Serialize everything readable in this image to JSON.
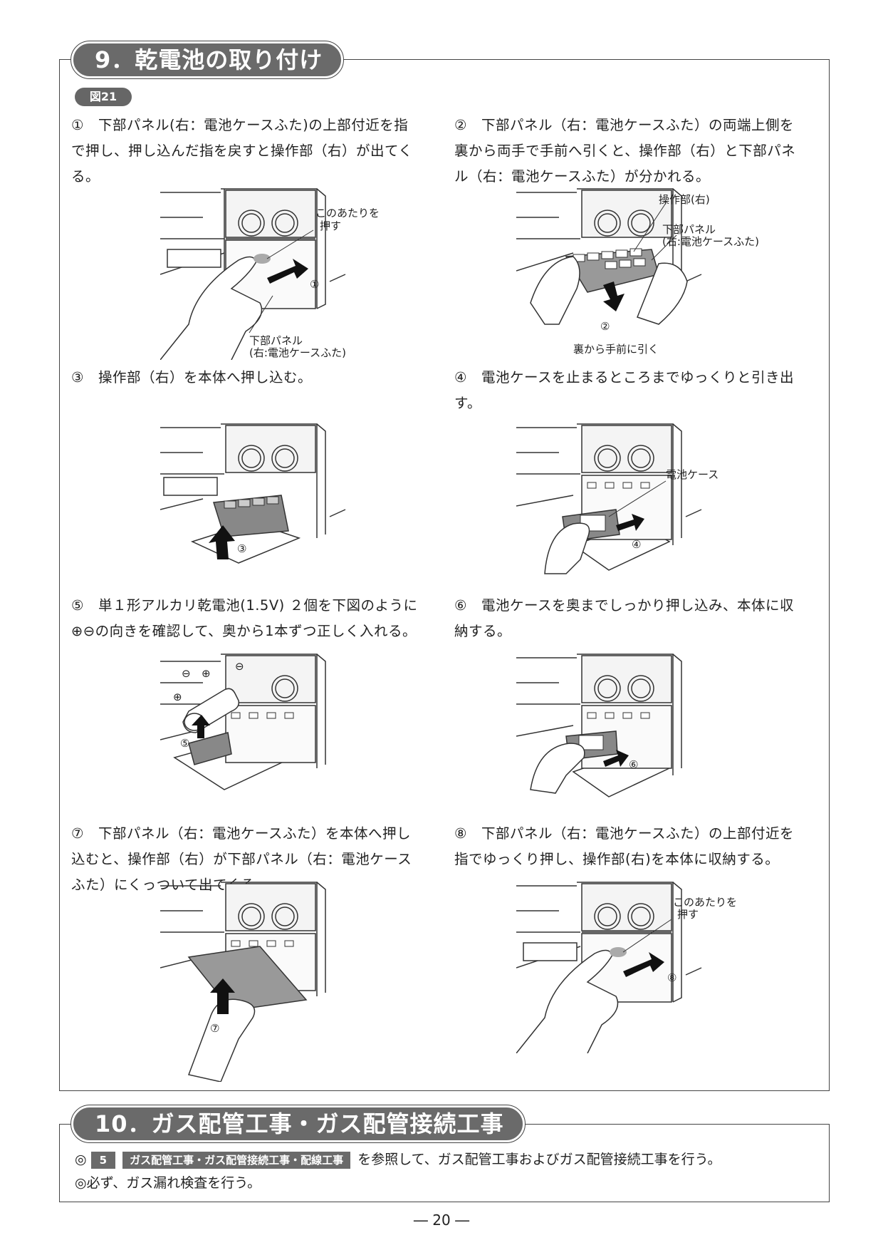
{
  "section9": {
    "title": "9．乾電池の取り付け",
    "figure_label": "図21",
    "steps": [
      {
        "num": "①",
        "text": "下部パネル(右：電池ケースふた)の上部付近を指で押し、押し込んだ指を戻すと操作部（右）が出てくる。"
      },
      {
        "num": "②",
        "text": "下部パネル（右：電池ケースふた）の両端上側を裏から両手で手前へ引くと、操作部（右）と下部パネル（右：電池ケースふた）が分かれる。"
      },
      {
        "num": "③",
        "text": "操作部（右）を本体へ押し込む。"
      },
      {
        "num": "④",
        "text": "電池ケースを止まるところまでゆっくりと引き出す。"
      },
      {
        "num": "⑤",
        "text": "単１形アルカリ乾電池(1.5V) ２個を下図のように⊕⊖の向きを確認して、奥から1本ずつ正しく入れる。"
      },
      {
        "num": "⑥",
        "text": "電池ケースを奥までしっかり押し込み、本体に収納する。"
      },
      {
        "num": "⑦",
        "text": "下部パネル（右：電池ケースふた）を本体へ押し込むと、操作部（右）が下部パネル（右：電池ケースふた）にくっついて出てくる。"
      },
      {
        "num": "⑧",
        "text": "下部パネル（右：電池ケースふた）の上部付近を指でゆっくり押し、操作部(右)を本体に収納する。"
      }
    ],
    "callouts": {
      "push_here_1": "このあたりを",
      "push_here_2": "押す",
      "lower_panel_1": "下部パネル",
      "lower_panel_2": "(右:電池ケースふた)",
      "control_unit": "操作部(右)",
      "pull_toward": "裏から手前に引く",
      "battery_case": "電池ケース",
      "marker1": "①",
      "marker2": "②",
      "marker3": "③",
      "marker4": "④",
      "marker5": "⑤",
      "marker6": "⑥",
      "marker7": "⑦",
      "marker8": "⑧",
      "plus": "⊕",
      "minus": "⊖"
    }
  },
  "section10": {
    "title": "10．ガス配管工事・ガス配管接続工事",
    "note1_bullet": "◎",
    "note1_ref_num": "5",
    "note1_ref_title": "ガス配管工事・ガス配管接続工事・配線工事",
    "note1_text": "を参照して、ガス配管工事およびガス配管接続工事を行う。",
    "note2_bullet": "◎",
    "note2_text": "必ず、ガス漏れ検査を行う。"
  },
  "page_number": "― 20 ―"
}
